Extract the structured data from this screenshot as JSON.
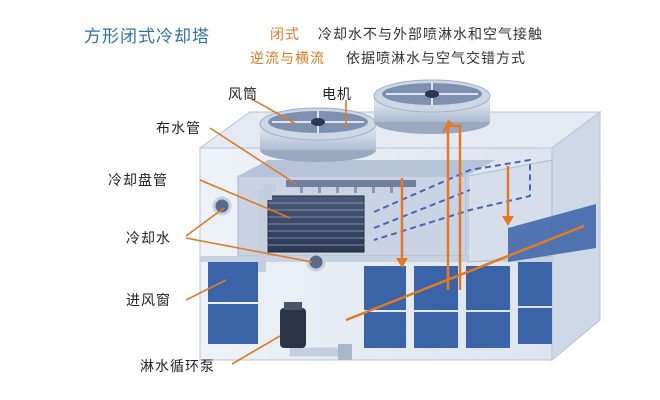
{
  "header": {
    "title": "方形闭式冷却塔",
    "lines": [
      {
        "key": "闭式",
        "text": "冷却水不与外部喷淋水和空气接触"
      },
      {
        "key": "逆流与横流",
        "text": "依据喷淋水与空气交错方式"
      }
    ]
  },
  "labels": {
    "fan_cylinder": "风筒",
    "motor": "电机",
    "water_pipe": "布水管",
    "coil": "冷却盘管",
    "cooling_water": "冷却水",
    "air_inlet": "进风窗",
    "spray_pump": "淋水循环泵"
  },
  "colors": {
    "accent": "#e07a28",
    "title": "#2f6fb0",
    "panel": "#3a63a8",
    "frame": "#dfe6f2",
    "dashed": "#4a64b8"
  }
}
